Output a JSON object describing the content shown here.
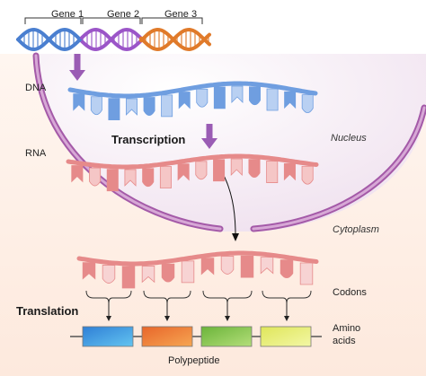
{
  "genes": [
    "Gene 1",
    "Gene 2",
    "Gene 3"
  ],
  "labels": {
    "dna": "DNA",
    "rna": "RNA",
    "transcription": "Transcription",
    "translation": "Translation",
    "nucleus": "Nucleus",
    "cytoplasm": "Cytoplasm",
    "codons": "Codons",
    "amino_acids_line1": "Amino",
    "amino_acids_line2": "acids",
    "polypeptide": "Polypeptide"
  },
  "colors": {
    "gene1": "#4a7fd0",
    "gene2": "#9b55c8",
    "gene3": "#e07a2a",
    "dna_strand": "#6f9ee0",
    "rna_strand": "#e68a8a",
    "membrane": "#a45aa8",
    "nucleus_fill": "#f3e8f2",
    "cytoplasm_fill": "#fdf1ea",
    "arrow": "#9a5cb4",
    "amino1": "#3fa3e6",
    "amino2": "#ec8a3c",
    "amino3": "#8cc856",
    "amino4": "#e6ee78"
  }
}
